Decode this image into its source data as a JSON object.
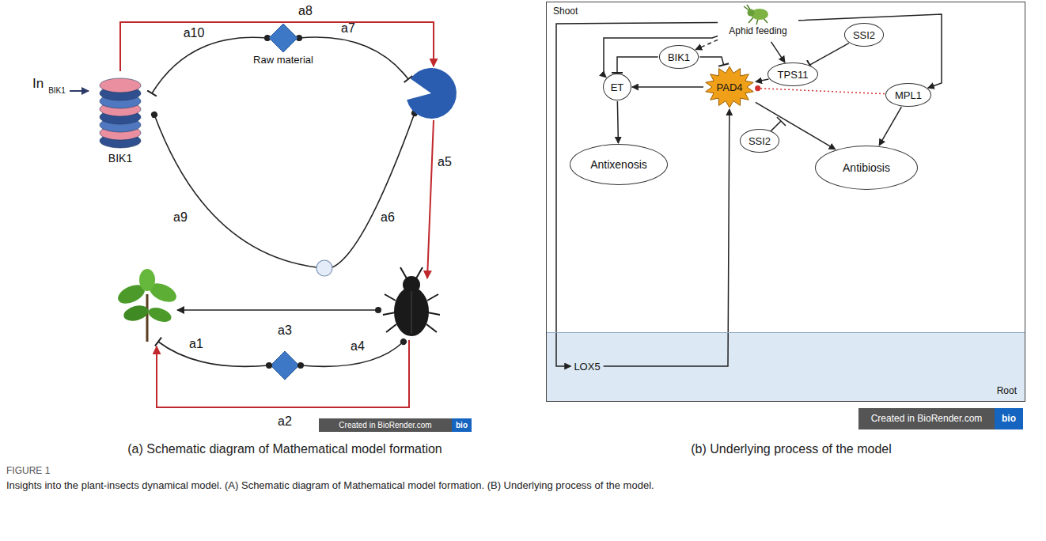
{
  "diagram": {
    "caption": "Insights into the plant-insects dynamical model. (A) Schematic diagram of Mathematical model formation. (B) Underlying process of the model.",
    "nodes": [
      {
        "text": [
          "BIK1"
        ]
      },
      {
        "text": [
          "Raw material"
        ]
      },
      {
        "text": [
          "Shoot"
        ]
      },
      {
        "text": [
          "Aphid feeding"
        ],
        "in": 2
      },
      {
        "text": [
          "SSI2"
        ],
        "in": 2
      },
      {
        "text": [
          "BIK1"
        ],
        "in": 2
      },
      {
        "text": [
          "TPS11"
        ],
        "in": 2
      },
      {
        "text": [
          "ET"
        ],
        "in": 2
      },
      {
        "text": [
          "PAD4"
        ],
        "in": 2
      },
      {
        "text": [
          "MPL1"
        ],
        "in": 2
      },
      {
        "text": [
          "SSI2"
        ],
        "in": 2
      },
      {
        "text": [
          "Antixenosis"
        ],
        "in": 2
      },
      {
        "text": [
          "Antibiosis"
        ],
        "in": 2
      },
      {
        "text": [
          "Root"
        ],
        "in": 2
      },
      {
        "text": [
          "LOX5"
        ],
        "in": 13
      }
    ],
    "edges": [
      {
        "from": 3,
        "to": 14,
        "arrow": "to"
      },
      {
        "from": 3,
        "to": 7,
        "arrow": "to"
      },
      {
        "from": 3,
        "to": 5,
        "arrow": "to"
      },
      {
        "from": 3,
        "to": 6,
        "arrow": "to"
      },
      {
        "from": 4,
        "to": 6,
        "arrow": "to"
      },
      {
        "from": 3,
        "to": 9,
        "arrow": "to"
      },
      {
        "from": 5,
        "to": 7,
        "arrow": "to"
      },
      {
        "from": 5,
        "to": 8,
        "arrow": "to"
      },
      {
        "from": 6,
        "to": 8,
        "arrow": "to"
      },
      {
        "from": 8,
        "to": 7,
        "arrow": "to"
      },
      {
        "from": 7,
        "to": 11,
        "arrow": "to"
      },
      {
        "from": 8,
        "to": 12,
        "arrow": "to"
      },
      {
        "from": 9,
        "to": 8,
        "arrow": "to"
      },
      {
        "from": 9,
        "to": 12,
        "arrow": "to"
      },
      {
        "from": 14,
        "to": 8,
        "arrow": "to"
      }
    ],
    "labels": [
      "a8",
      "a10",
      "a7",
      "In",
      "BIK1",
      "a9",
      "a6",
      "a5",
      "a3",
      "a1",
      "a4",
      "a2",
      "Created in BioRender.com",
      "bio",
      "Created in BioRender.com",
      "bio",
      "(a) Schematic diagram of Mathematical model formation",
      "(b) Underlying process of the model",
      "FIGURE 1"
    ]
  }
}
